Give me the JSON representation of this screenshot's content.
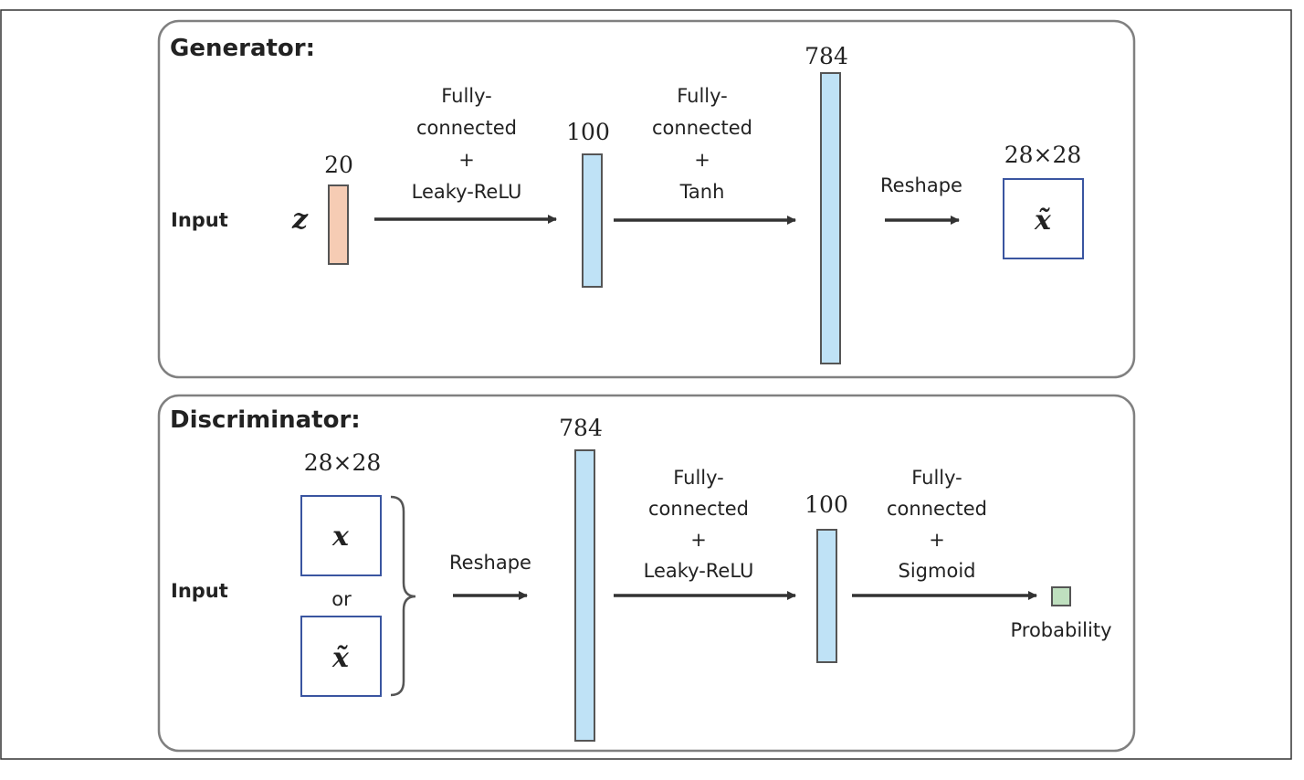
{
  "generator": {
    "title": "Generator:",
    "input_label": "Input",
    "z_symbol": "z",
    "z_size": "20",
    "step1": [
      "Fully-",
      "connected",
      "+",
      "Leaky-ReLU"
    ],
    "hidden_size": "100",
    "step2": [
      "Fully-",
      "connected",
      "+",
      "Tanh"
    ],
    "output_size": "784",
    "reshape_label": "Reshape",
    "image_size": "28×28",
    "image_symbol": "x̃"
  },
  "discriminator": {
    "title": "Discriminator:",
    "input_label": "Input",
    "image_size": "28×28",
    "real_symbol": "x",
    "or_label": "or",
    "fake_symbol": "x̃",
    "reshape_label": "Reshape",
    "flat_size": "784",
    "step1": [
      "Fully-",
      "connected",
      "+",
      "Leaky-ReLU"
    ],
    "hidden_size": "100",
    "step2": [
      "Fully-",
      "connected",
      "+",
      "Sigmoid"
    ],
    "output_label": "Probability"
  },
  "colors": {
    "z_fill": "#f6ccb4",
    "layer_fill": "#bfe2f6",
    "image_border": "#3a55a0",
    "prob_fill": "#bfe0bf",
    "panel_border": "#808080",
    "arrow": "#333333"
  }
}
